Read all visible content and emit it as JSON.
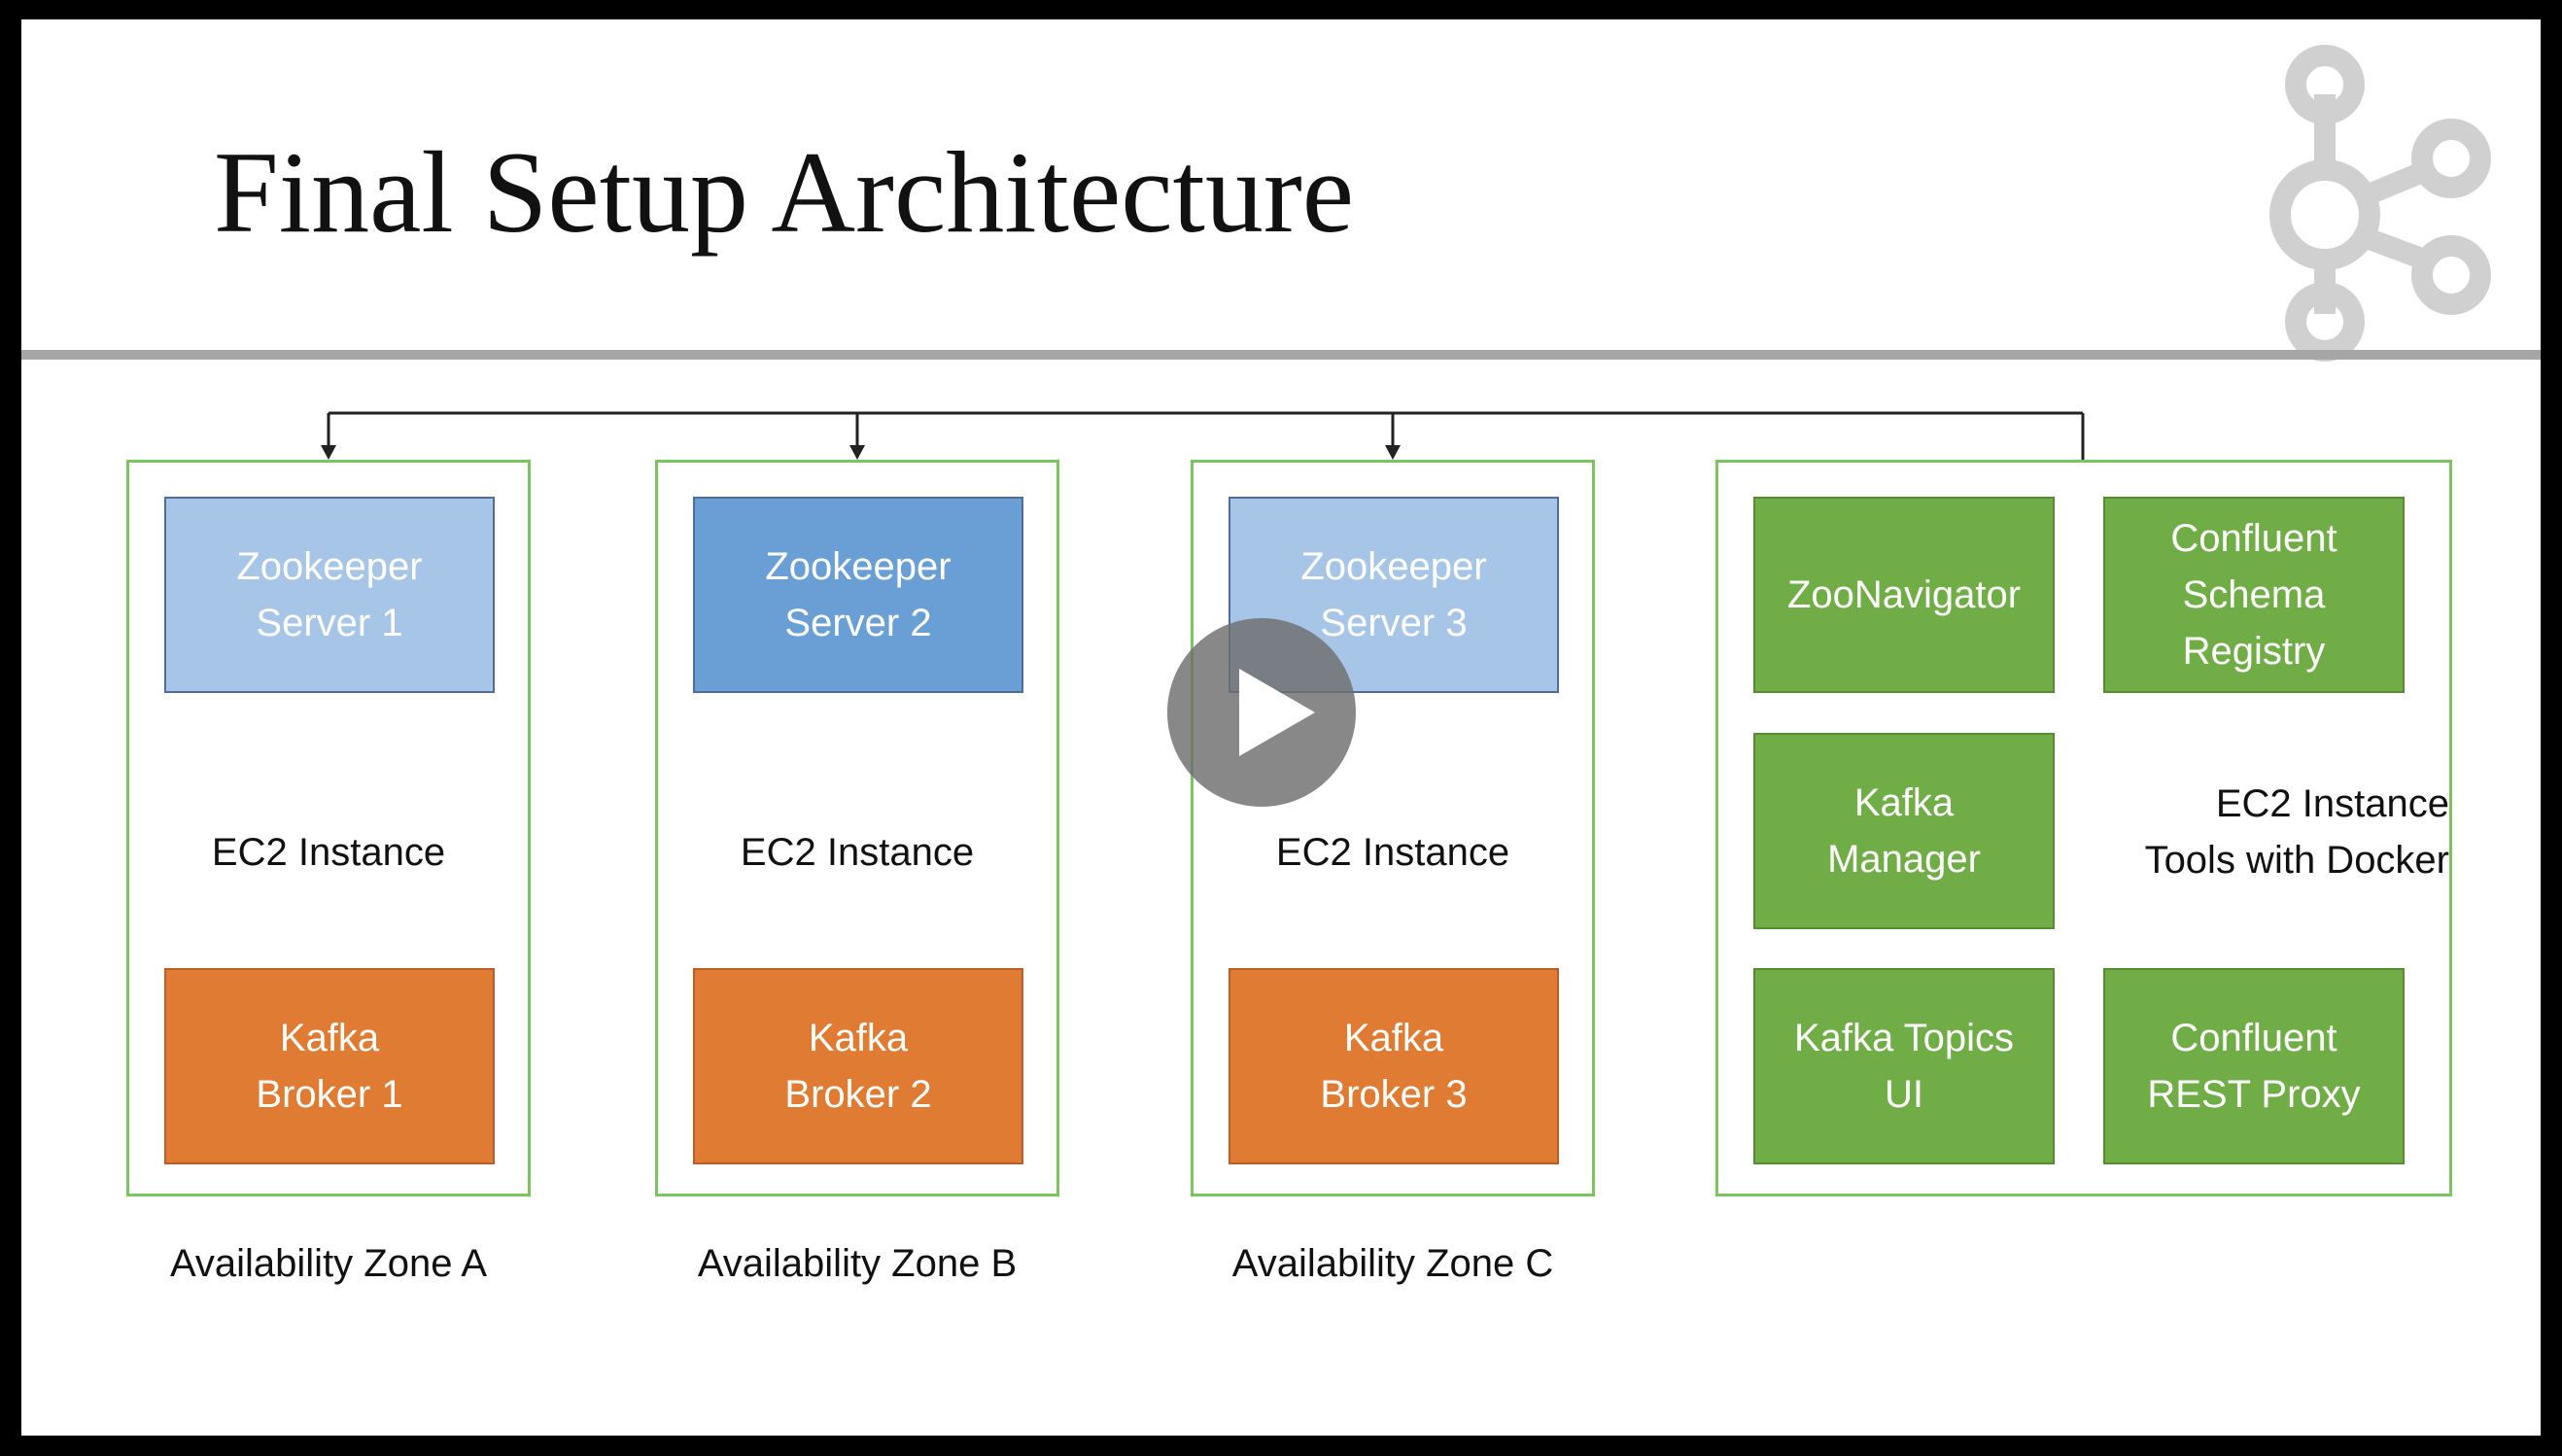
{
  "title": "Final Setup Architecture",
  "zones": [
    {
      "zookeeper": "Zookeeper\nServer 1",
      "instance": "EC2 Instance",
      "broker": "Kafka\nBroker 1",
      "label": "Availability Zone A"
    },
    {
      "zookeeper": "Zookeeper\nServer 2",
      "instance": "EC2 Instance",
      "broker": "Kafka\nBroker 2",
      "label": "Availability Zone B"
    },
    {
      "zookeeper": "Zookeeper\nServer 3",
      "instance": "EC2 Instance",
      "broker": "Kafka\nBroker 3",
      "label": "Availability Zone C"
    }
  ],
  "tools": {
    "zoonavigator": "ZooNavigator",
    "schema_registry": "Confluent\nSchema\nRegistry",
    "kafka_manager": "Kafka\nManager",
    "instance": "EC2 Instance\nTools with Docker",
    "topics_ui": "Kafka Topics\nUI",
    "rest_proxy": "Confluent\nREST Proxy"
  },
  "colors": {
    "zookeeper_light": "#a7c5e6",
    "zookeeper_dark": "#6a9fd5",
    "kafka": "#df7b32",
    "tools": "#70ad47",
    "zone_border": "#7dc460"
  },
  "icons": {
    "logo": "kafka-logo-icon",
    "play": "play-icon"
  }
}
